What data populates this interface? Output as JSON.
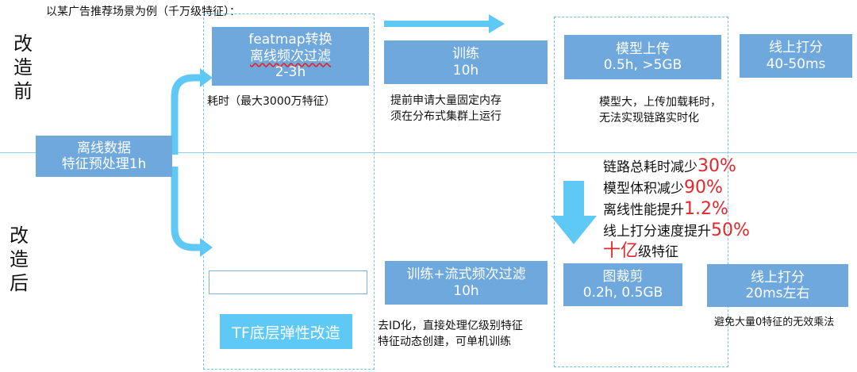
{
  "header": {
    "title": "以某广告推荐场景为例（千万级特征）："
  },
  "sides": {
    "before": "改造前",
    "after": "改造后"
  },
  "colors": {
    "box": "#6fa8dc",
    "box_light": "#5fb4ef",
    "arrow": "#5ec9f4",
    "highlight": "#e3262b",
    "dash": "#6fc3e6"
  },
  "before": {
    "featmap_box": {
      "line1": "featmap转换",
      "line2": "离线频次过滤",
      "line3": "2-3h"
    },
    "featmap_note": "耗时（最大3000万特征）",
    "train_box": {
      "line1": "训练",
      "line2": "10h"
    },
    "train_note": {
      "line1": "提前申请大量固定内存",
      "line2": "须在分布式集群上运行"
    },
    "upload_box": {
      "line1": "模型上传",
      "line2": "0.5h, >5GB"
    },
    "upload_note": {
      "line1": "模型大，上传加载耗时，",
      "line2": "无法实现链路实时化"
    },
    "score_box": {
      "line1": "线上打分",
      "line2": "40-50ms"
    }
  },
  "offline_box": {
    "line1": "离线数据",
    "line2": "特征预处理1h"
  },
  "after": {
    "tf_box": "TF底层弹性改造",
    "train_box": {
      "line1": "训练+流式频次过滤",
      "line2": "10h"
    },
    "train_note": {
      "line1": "去ID化，直接处理亿级别特征",
      "line2": "特征动态创建，可单机训练"
    },
    "crop_box": {
      "line1": "图裁剪",
      "line2": "0.2h, 0.5GB"
    },
    "score_box": {
      "line1": "线上打分",
      "line2": "20ms左右"
    },
    "score_note": "避免大量0特征的无效乘法"
  },
  "metrics": {
    "m1": {
      "label": "链路总耗时减少",
      "value": "30%"
    },
    "m2": {
      "label": "模型体积减少",
      "value": "90%"
    },
    "m3": {
      "label": "离线性能提升",
      "value": "1.2%"
    },
    "m4": {
      "label": "线上打分速度提升",
      "value": "50%"
    },
    "m5": {
      "value": "十亿",
      "label": "级特征"
    }
  }
}
